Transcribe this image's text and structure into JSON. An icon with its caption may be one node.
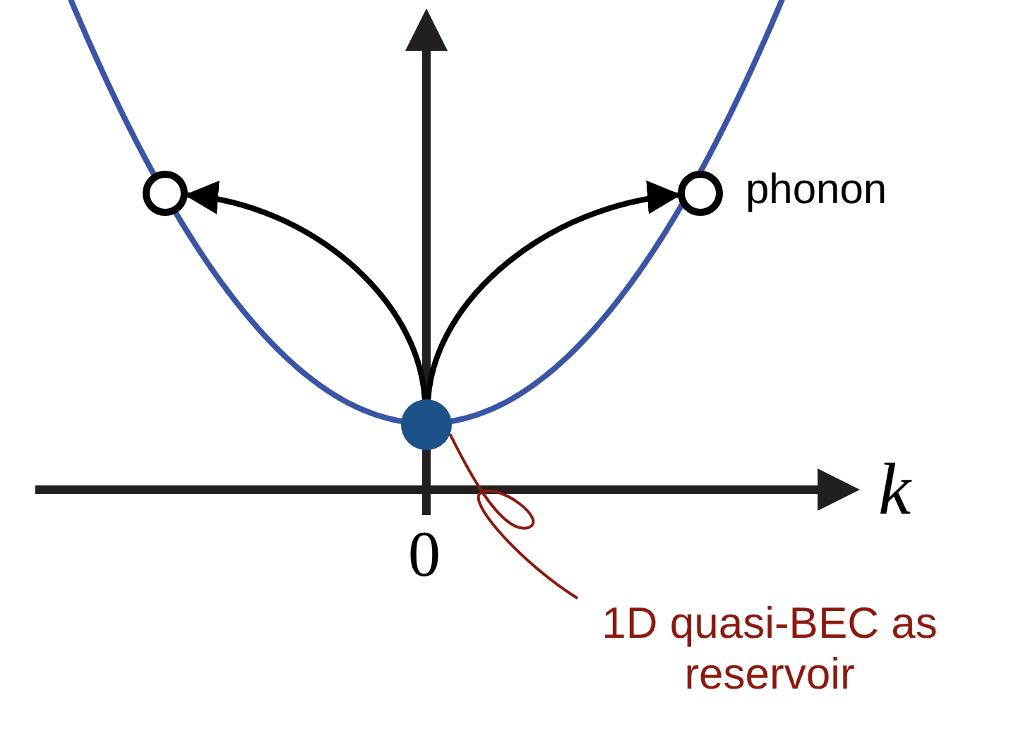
{
  "diagram": {
    "nodes": [
      {
        "text": [],
        "shape": "circle"
      },
      {
        "text": [],
        "shape": "circle"
      },
      {
        "text": [],
        "shape": "circle",
        "beside": [
          "phonon"
        ]
      },
      {
        "text": [
          "1D quasi-BEC as reservoir"
        ]
      }
    ],
    "edges": [
      {
        "from": 0,
        "to": 1,
        "arrow": "to"
      },
      {
        "from": 0,
        "to": 2,
        "arrow": "to"
      },
      {
        "from": 3,
        "to": 0,
        "arrow": "none",
        "color": "#8b1a0e"
      }
    ],
    "labels": [
      "k",
      "0"
    ]
  }
}
